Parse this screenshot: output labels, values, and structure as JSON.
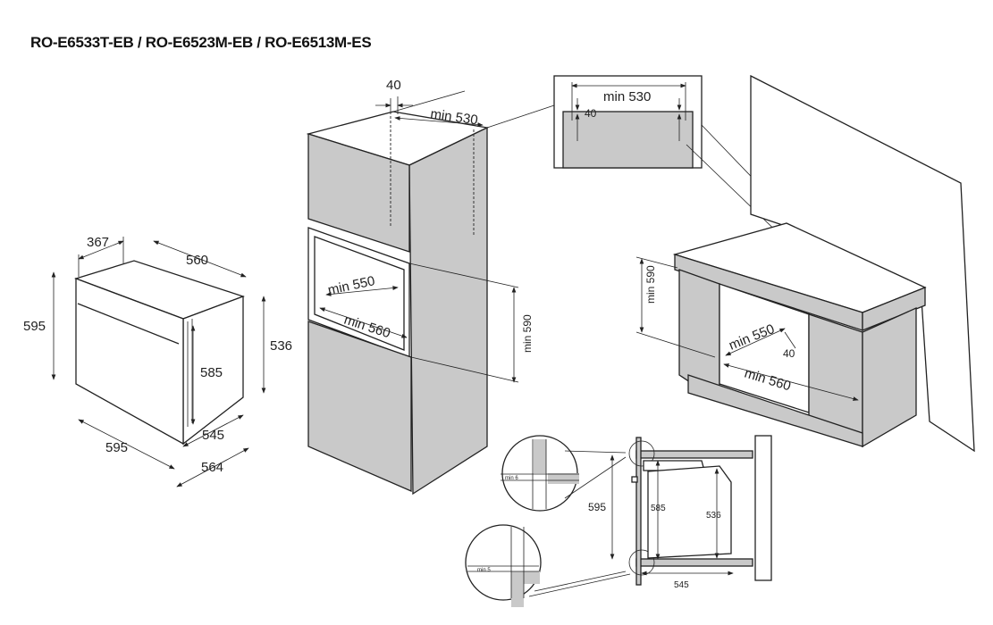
{
  "title": "RO-E6533T-EB / RO-E6523M-EB / RO-E6513M-ES",
  "oven": {
    "depth_top": "367",
    "width_top": "560",
    "height_front": "595",
    "height_inner": "585",
    "height_side": "536",
    "width_front": "595",
    "depth_545": "545",
    "depth_564": "564"
  },
  "tall_cabinet": {
    "vent": "40",
    "min_width_top": "min 530",
    "min_depth": "min 550",
    "min_width": "min 560",
    "min_height": "min 590"
  },
  "detail_inset": {
    "min_width": "min 530",
    "gap": "40"
  },
  "under_counter": {
    "min_height": "min 590",
    "min_depth": "min 550",
    "gap": "40",
    "min_width": "min 560"
  },
  "side_section": {
    "top_gap": "min 6",
    "bottom_gap": "min 5",
    "height_595": "595",
    "height_585": "585",
    "height_536": "536",
    "depth_545": "545"
  }
}
